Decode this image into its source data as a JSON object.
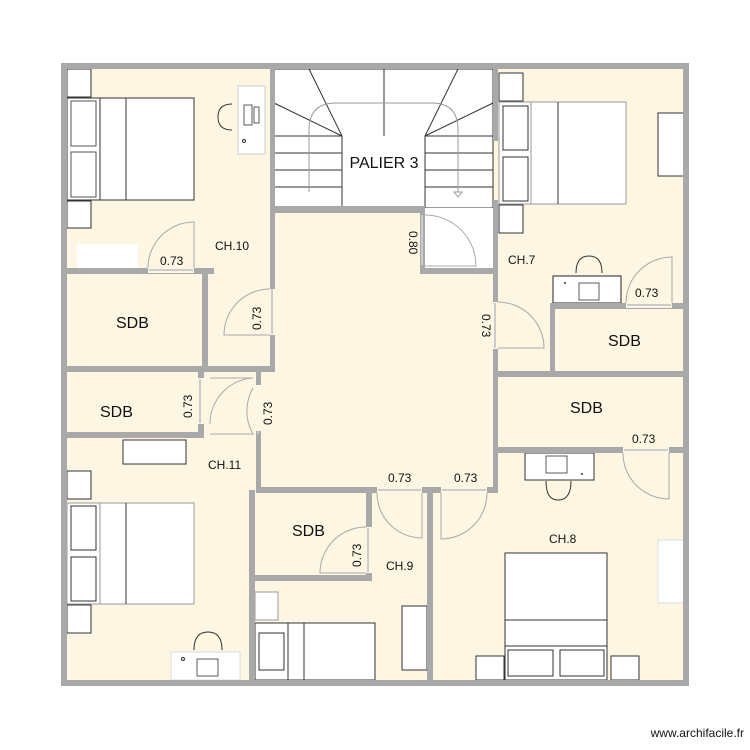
{
  "app": {
    "watermark": "www.archifacile.fr"
  },
  "colors": {
    "floor": "#fcf6e3",
    "wall": "#a9a9a9",
    "furniture": "#ffffff",
    "stair": "#ffffff",
    "door_arc": "#a9a9a9",
    "line": "#222222"
  },
  "stair": {
    "label": "PALIER 3"
  },
  "rooms": [
    {
      "id": "ch10",
      "label": "CH.10"
    },
    {
      "id": "ch7",
      "label": "CH.7"
    },
    {
      "id": "ch11",
      "label": "CH.11"
    },
    {
      "id": "ch8",
      "label": "CH.8"
    },
    {
      "id": "ch9",
      "label": "CH.9"
    },
    {
      "id": "sdb1",
      "label": "SDB"
    },
    {
      "id": "sdb2",
      "label": "SDB"
    },
    {
      "id": "sdb3",
      "label": "SDB"
    },
    {
      "id": "sdb4",
      "label": "SDB"
    },
    {
      "id": "sdb5",
      "label": "SDB"
    }
  ],
  "doors": [
    {
      "id": "d-ch10",
      "width": "0.73"
    },
    {
      "id": "d-hall-ch10",
      "width": "0.73"
    },
    {
      "id": "d-stair",
      "width": "0.80"
    },
    {
      "id": "d-ch7",
      "width": "0.73"
    },
    {
      "id": "d-ch7-sdb",
      "width": "0.73"
    },
    {
      "id": "d-sdb2",
      "width": "0.73"
    },
    {
      "id": "d-hall-ch11",
      "width": "0.73"
    },
    {
      "id": "d-sdb-right",
      "width": "0.73"
    },
    {
      "id": "d-hall-ch9",
      "width": "0.73"
    },
    {
      "id": "d-hall-ch8",
      "width": "0.73"
    },
    {
      "id": "d-sdb-ch9",
      "width": "0.73"
    }
  ]
}
